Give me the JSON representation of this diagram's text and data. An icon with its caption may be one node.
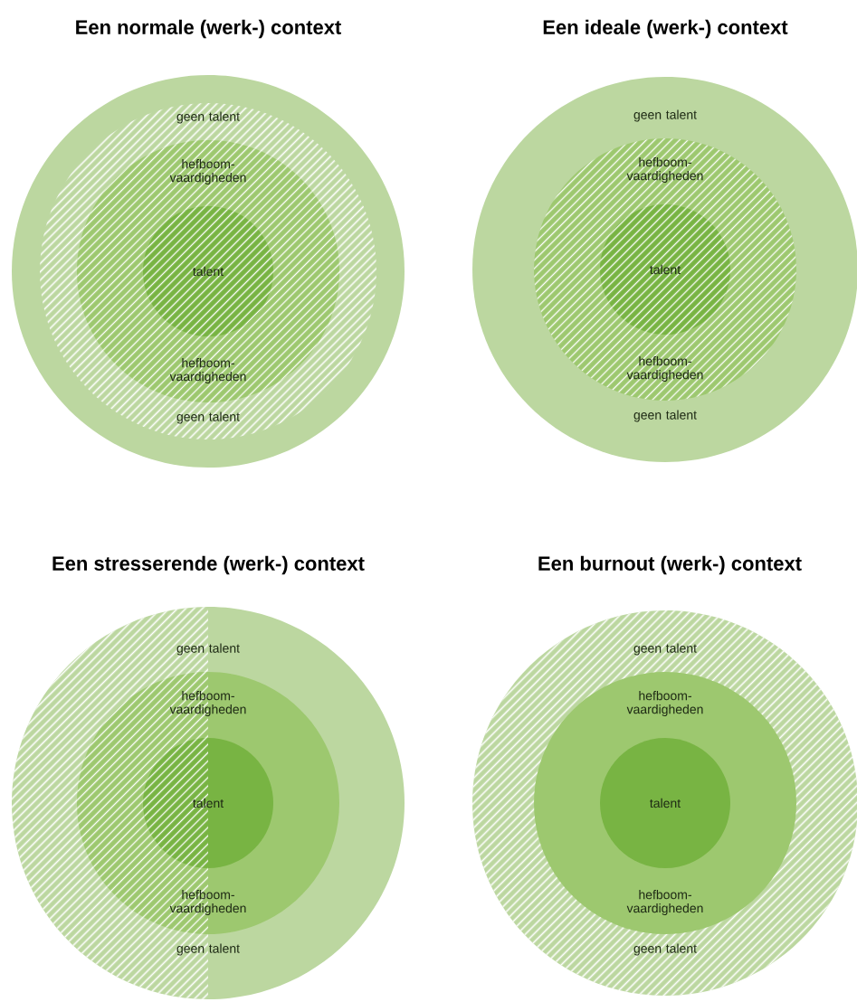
{
  "diagram": {
    "nodes": [
      {
        "text": [
          "geen talent",
          "geen talent"
        ]
      },
      {
        "text": [
          "hefboom- vaardigheden",
          "hefboom- vaardigheden"
        ],
        "in": 0
      },
      {
        "text": [
          "talent"
        ],
        "in": 1
      },
      {
        "text": [
          "geen talent",
          "geen talent"
        ]
      },
      {
        "text": [
          "hefboom- vaardigheden",
          "hefboom- vaardigheden"
        ],
        "in": 3
      },
      {
        "text": [
          "talent"
        ],
        "in": 4
      },
      {
        "text": [
          "geen talent",
          "geen talent"
        ]
      },
      {
        "text": [
          "hefboom- vaardigheden",
          "hefboom- vaardigheden"
        ],
        "in": 6
      },
      {
        "text": [
          "talent"
        ],
        "in": 7
      },
      {
        "text": [
          "geen talent",
          "geen talent"
        ]
      },
      {
        "text": [
          "hefboom- vaardigheden",
          "hefboom- vaardigheden"
        ],
        "in": 9
      },
      {
        "text": [
          "talent"
        ],
        "in": 10
      }
    ],
    "labels": [
      "Een normale (werk-) context",
      "Een ideale (werk-) context",
      "Een stresserende (werk-) context",
      "Een burnout (werk-) context"
    ]
  }
}
